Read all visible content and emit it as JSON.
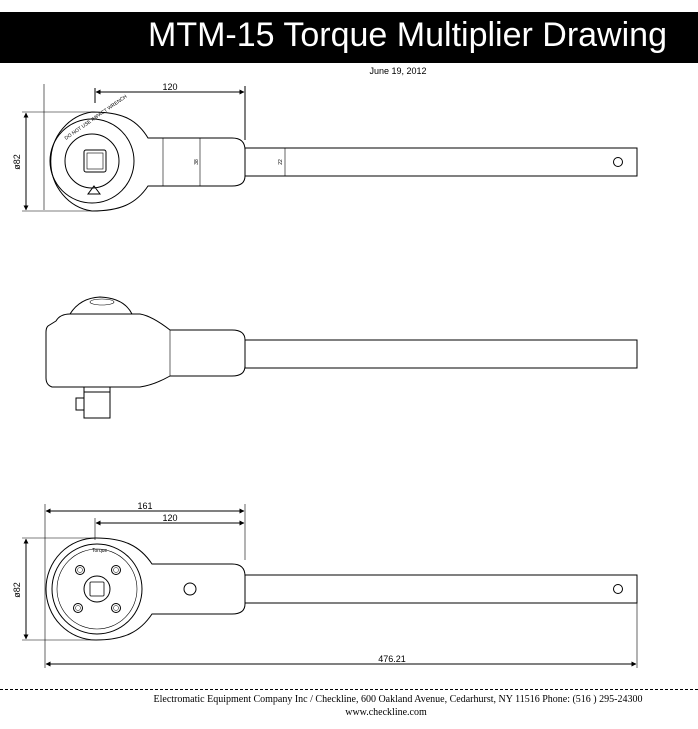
{
  "header": {
    "title": "MTM-15 Torque Multiplier Drawing",
    "date": "June 19, 2012"
  },
  "top_view": {
    "dim_120": "120",
    "dim_dia": "ø82",
    "dim_38": "38",
    "dim_22": "22",
    "ring_text": "DO NOT USE IMPACT WRENCH"
  },
  "bottom_view": {
    "dim_161": "161",
    "dim_120": "120",
    "dim_dia": "ø82",
    "dim_length": "476.21",
    "ring_text": "Torque"
  },
  "footer": {
    "line1": "Electromatic Equipment Company Inc / Checkline, 600 Oakland Avenue, Cedarhurst, NY 11516  Phone: (516 ) 295-24300",
    "line2": "www.checkline.com"
  }
}
